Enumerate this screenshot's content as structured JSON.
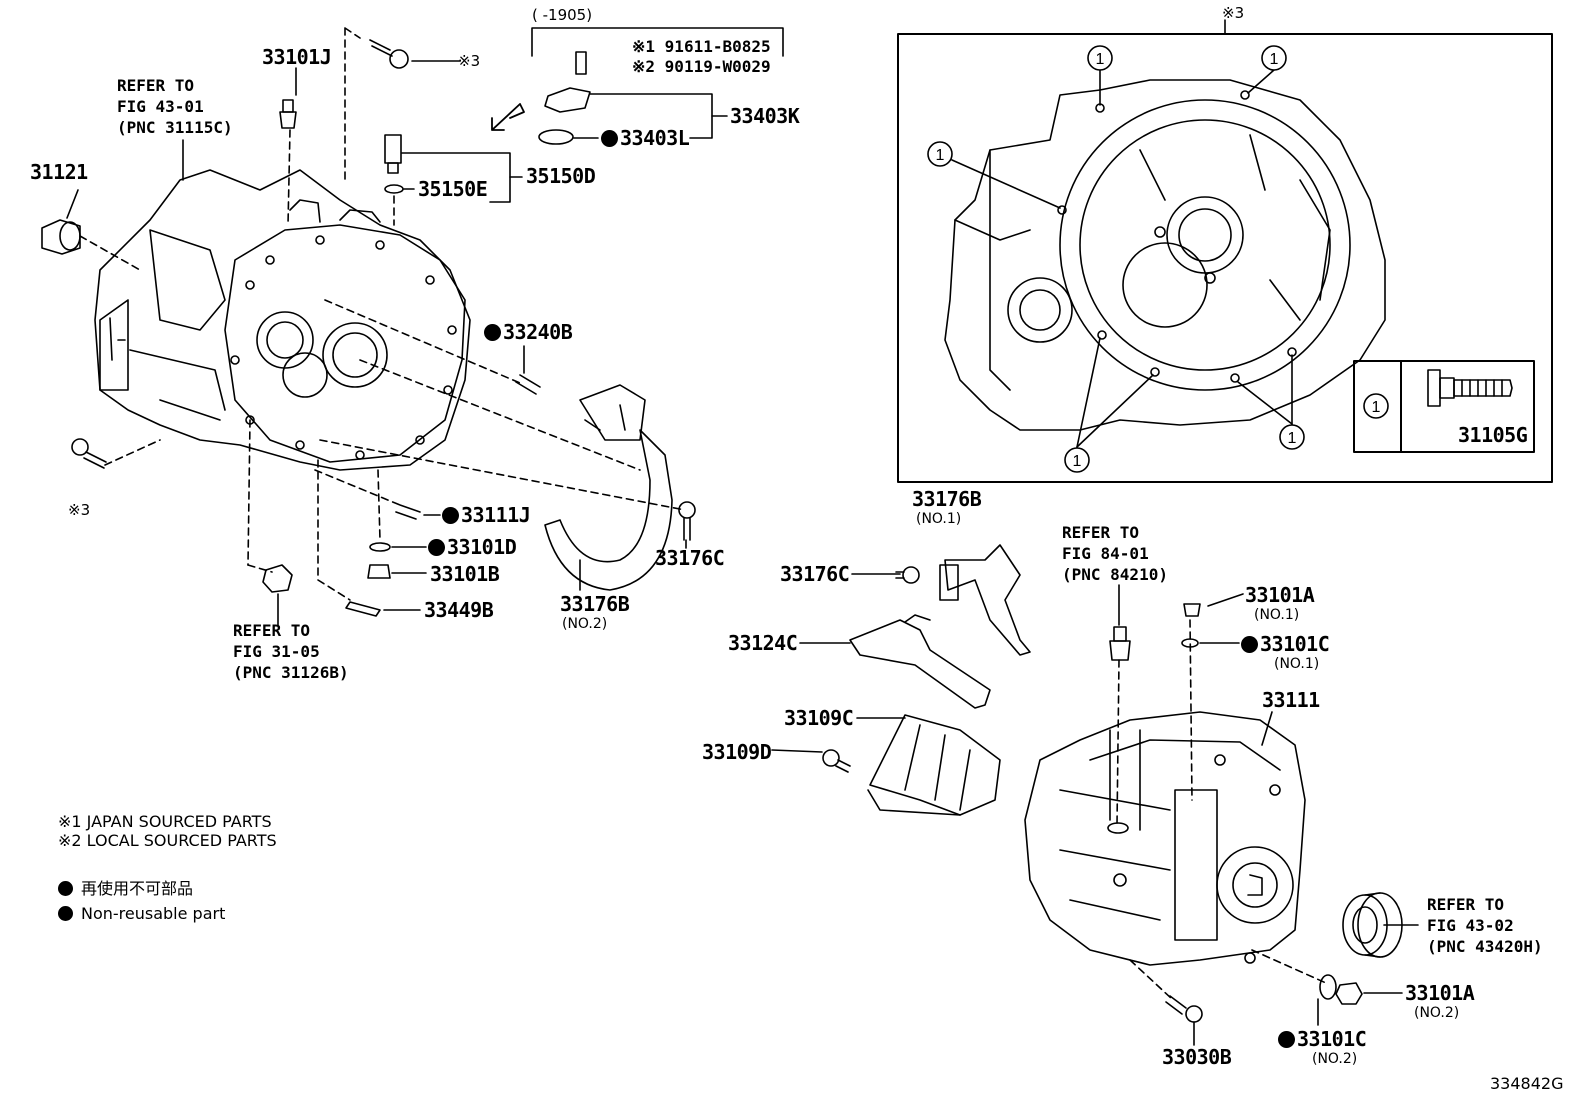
{
  "diagram_code": "334842G",
  "notes": {
    "n1": "※1 JAPAN SOURCED PARTS",
    "n2": "※2 LOCAL SOURCED PARTS",
    "legend_jp": "再使用不可部品",
    "legend_en": "Non-reusable part"
  },
  "mark3": "※3",
  "refs": {
    "r1": {
      "l1": "REFER TO",
      "l2": "FIG 43-01",
      "l3": "(PNC 31115C)"
    },
    "r2": {
      "l1": "REFER TO",
      "l2": "FIG 31-05",
      "l3": "(PNC 31126B)"
    },
    "r3": {
      "l1": "REFER TO",
      "l2": "FIG 84-01",
      "l3": "(PNC 84210)"
    },
    "r4": {
      "l1": "REFER TO",
      "l2": "FIG 43-02",
      "l3": "(PNC 43420H)"
    }
  },
  "top_group": {
    "range": "(    -1905)",
    "s1": "※1 91611-B0825",
    "s2": "※2 90119-W0029"
  },
  "parts": {
    "p33101J": "33101J",
    "p31121": "31121",
    "p33403K": "33403K",
    "p33403L": "33403L",
    "p35150D": "35150D",
    "p35150E": "35150E",
    "p33240B": "33240B",
    "p33111J": "33111J",
    "p33101D": "33101D",
    "p33101B": "33101B",
    "p33449B": "33449B",
    "p33176B_a": "33176B",
    "p33176B_a_sub": "(NO.2)",
    "p33176C_a": "33176C",
    "p33176B_b": "33176B",
    "p33176B_b_sub": "(NO.1)",
    "p33176C_b": "33176C",
    "p33124C": "33124C",
    "p33109C": "33109C",
    "p33109D": "33109D",
    "p33101A_a": "33101A",
    "p33101A_a_sub": "(NO.1)",
    "p33101C_a": "33101C",
    "p33101C_a_sub": "(NO.1)",
    "p33111": "33111",
    "p33101A_b": "33101A",
    "p33101A_b_sub": "(NO.2)",
    "p33101C_b": "33101C",
    "p33101C_b_sub": "(NO.2)",
    "p33030B": "33030B",
    "p31105G": "31105G",
    "circle_one": "1"
  }
}
